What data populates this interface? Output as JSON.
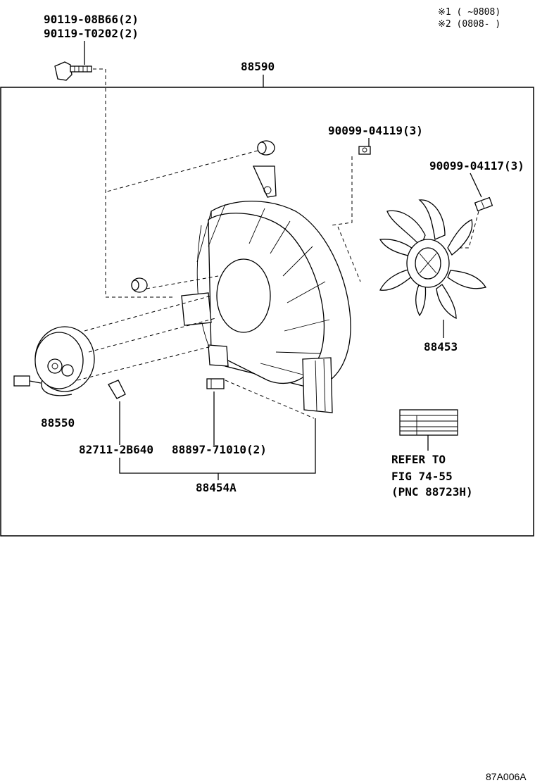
{
  "notes": {
    "line1": "※1 (    ~0808)",
    "line2": "※2 (0808-    )"
  },
  "labels": {
    "bolt_pn_1": "90119-08B66(2)",
    "bolt_pn_2": "90119-T0202(2)",
    "shroud": "88590",
    "nut_small": "90099-04119(3)",
    "nut_fan": "90099-04117(3)",
    "fan": "88453",
    "motor": "88550",
    "clip": "82711-2B640",
    "grommet": "88897-71010(2)",
    "assembly": "88454A",
    "refer_1": "REFER TO",
    "refer_2": "FIG 74-55",
    "refer_3": "(PNC 88723H)"
  },
  "footer_code": "87A006A"
}
